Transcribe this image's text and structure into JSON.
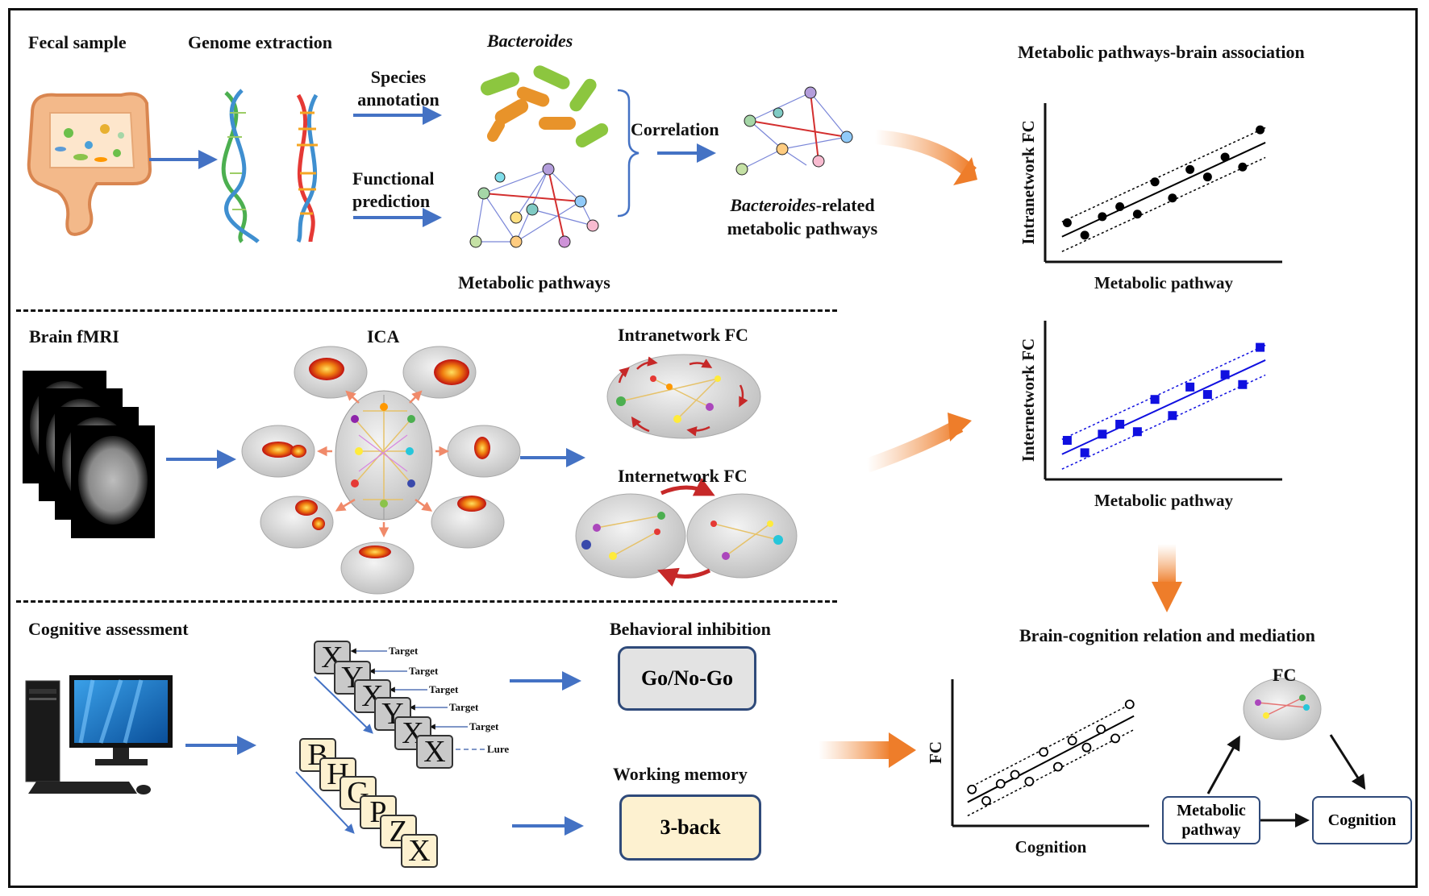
{
  "pipeline": {
    "fecal_sample": "Fecal sample",
    "genome_extraction": "Genome extraction",
    "bacteroides": "Bacteroides",
    "species_annotation_l1": "Species",
    "species_annotation_l2": "annotation",
    "functional_prediction_l1": "Functional",
    "functional_prediction_l2": "prediction",
    "correlation": "Correlation",
    "metabolic_pathways": "Metabolic pathways",
    "bacteroides_related_italic": "Bacteroides",
    "bacteroides_related_rest": "-related",
    "bacteroides_related_l2": "metabolic pathways"
  },
  "brain": {
    "fmri": "Brain fMRI",
    "ica": "ICA",
    "intranetwork_fc": "Intranetwork FC",
    "internetwork_fc": "Internetwork FC"
  },
  "cognition": {
    "assessment": "Cognitive assessment",
    "behavioral_inhibition": "Behavioral inhibition",
    "go_nogo": "Go/No-Go",
    "working_memory": "Working memory",
    "three_back": "3-back",
    "go_letters": [
      "X",
      "Y",
      "X",
      "Y",
      "X",
      "X"
    ],
    "go_targets": [
      "Target",
      "Target",
      "Target",
      "Target",
      "Target",
      "Lure"
    ],
    "wm_letters": [
      "B",
      "H",
      "G",
      "P",
      "Z",
      "X"
    ]
  },
  "right_panel": {
    "title_top": "Metabolic pathways-brain association",
    "title_bottom": "Brain-cognition relation and mediation",
    "fc_label": "FC",
    "mediation_metabolic_l1": "Metabolic",
    "mediation_metabolic_l2": "pathway",
    "mediation_cognition": "Cognition"
  },
  "chart_data": [
    {
      "type": "scatter",
      "xlabel": "Metabolic pathway",
      "ylabel": "Intranetwork FC",
      "marker": "filled-circle",
      "color": "#000000",
      "x": [
        1,
        2,
        3,
        4,
        5,
        6,
        7,
        8,
        9,
        10,
        11,
        12
      ],
      "y": [
        1.5,
        0.5,
        2.0,
        2.8,
        2.2,
        4.8,
        3.5,
        5.8,
        5.2,
        6.8,
        6.0,
        9.0
      ],
      "fit_line": true,
      "confidence_band": "dotted"
    },
    {
      "type": "scatter",
      "xlabel": "Metabolic pathway",
      "ylabel": "Internetwork FC",
      "marker": "filled-square",
      "color": "#1010e0",
      "x": [
        1,
        2,
        3,
        4,
        5,
        6,
        7,
        8,
        9,
        10,
        11,
        12
      ],
      "y": [
        1.5,
        0.5,
        2.0,
        2.8,
        2.2,
        4.8,
        3.5,
        5.8,
        5.2,
        6.8,
        6.0,
        9.0
      ],
      "fit_line": true,
      "confidence_band": "dotted"
    },
    {
      "type": "scatter",
      "xlabel": "Cognition",
      "ylabel": "FC",
      "marker": "open-circle",
      "color": "#000000",
      "x": [
        1,
        2,
        3,
        4,
        5,
        6,
        7,
        8,
        9,
        10,
        11,
        12
      ],
      "y": [
        1.5,
        0.5,
        2.0,
        2.8,
        2.2,
        4.8,
        3.5,
        5.8,
        5.2,
        6.8,
        6.0,
        9.0
      ],
      "fit_line": true,
      "confidence_band": "dotted"
    }
  ]
}
